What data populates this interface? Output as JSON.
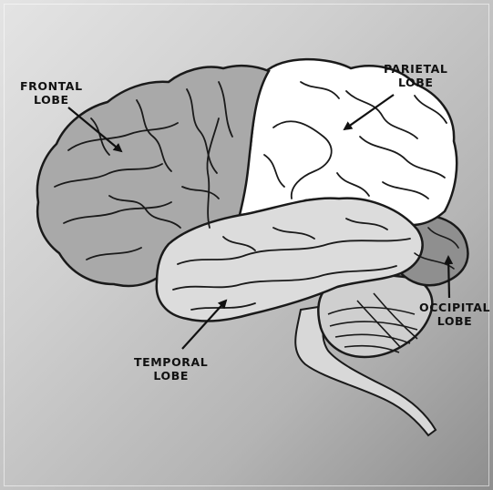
{
  "labels": {
    "frontal": {
      "line1": "FRONTAL",
      "line2": "LOBE"
    },
    "parietal": {
      "line1": "PARIETAL",
      "line2": "LOBE"
    },
    "temporal": {
      "line1": "TEMPORAL",
      "line2": "LOBE"
    },
    "occipital": {
      "line1": "OCCIPITAL",
      "line2": "LOBE"
    }
  },
  "colors": {
    "frontal_fill": "#a9a9a9",
    "parietal_fill": "#ffffff",
    "temporal_fill": "#dcdcdc",
    "occipital_fill": "#8f8f8f",
    "cerebellum_fill": "#cfcfcf",
    "outline": "#1a1a1a"
  }
}
